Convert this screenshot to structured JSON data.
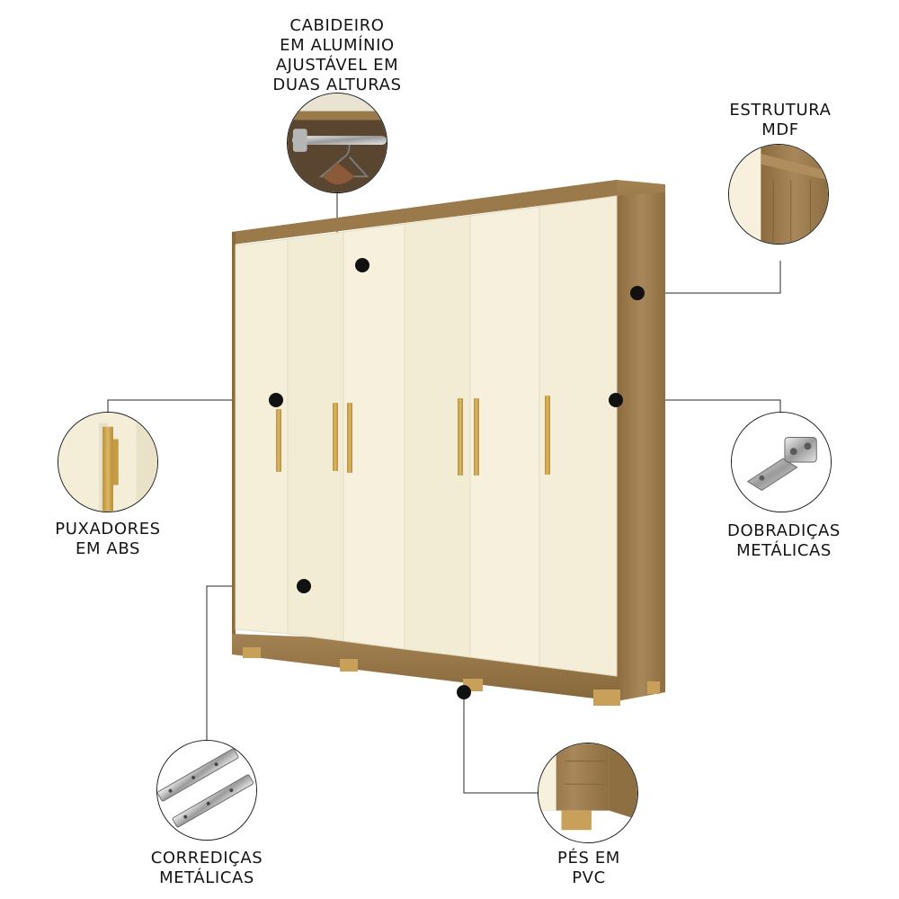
{
  "features": {
    "cabideiro": {
      "lines": [
        "CABIDEIRO",
        "EM ALUMÍNIO",
        "AJUSTÁVEL EM",
        "DUAS ALTURAS"
      ],
      "icon": "hanger-rail-icon"
    },
    "estrutura": {
      "lines": [
        "ESTRUTURA",
        "MDF"
      ],
      "icon": "wood-panel-icon"
    },
    "puxadores": {
      "lines": [
        "PUXADORES",
        "EM ABS"
      ],
      "icon": "handle-icon"
    },
    "dobradicas": {
      "lines": [
        "DOBRADIÇAS",
        "METÁLICAS"
      ],
      "icon": "hinge-icon"
    },
    "corredicas": {
      "lines": [
        "CORREDIÇAS",
        "METÁLICAS"
      ],
      "icon": "slide-rail-icon"
    },
    "pes": {
      "lines": [
        "PÉS EM",
        "PVC"
      ],
      "icon": "foot-icon"
    }
  },
  "colors": {
    "wood": "#9a7a4a",
    "cream": "#f6f0dc",
    "handle_gold": "#c9a24a",
    "marker": "#111111"
  }
}
